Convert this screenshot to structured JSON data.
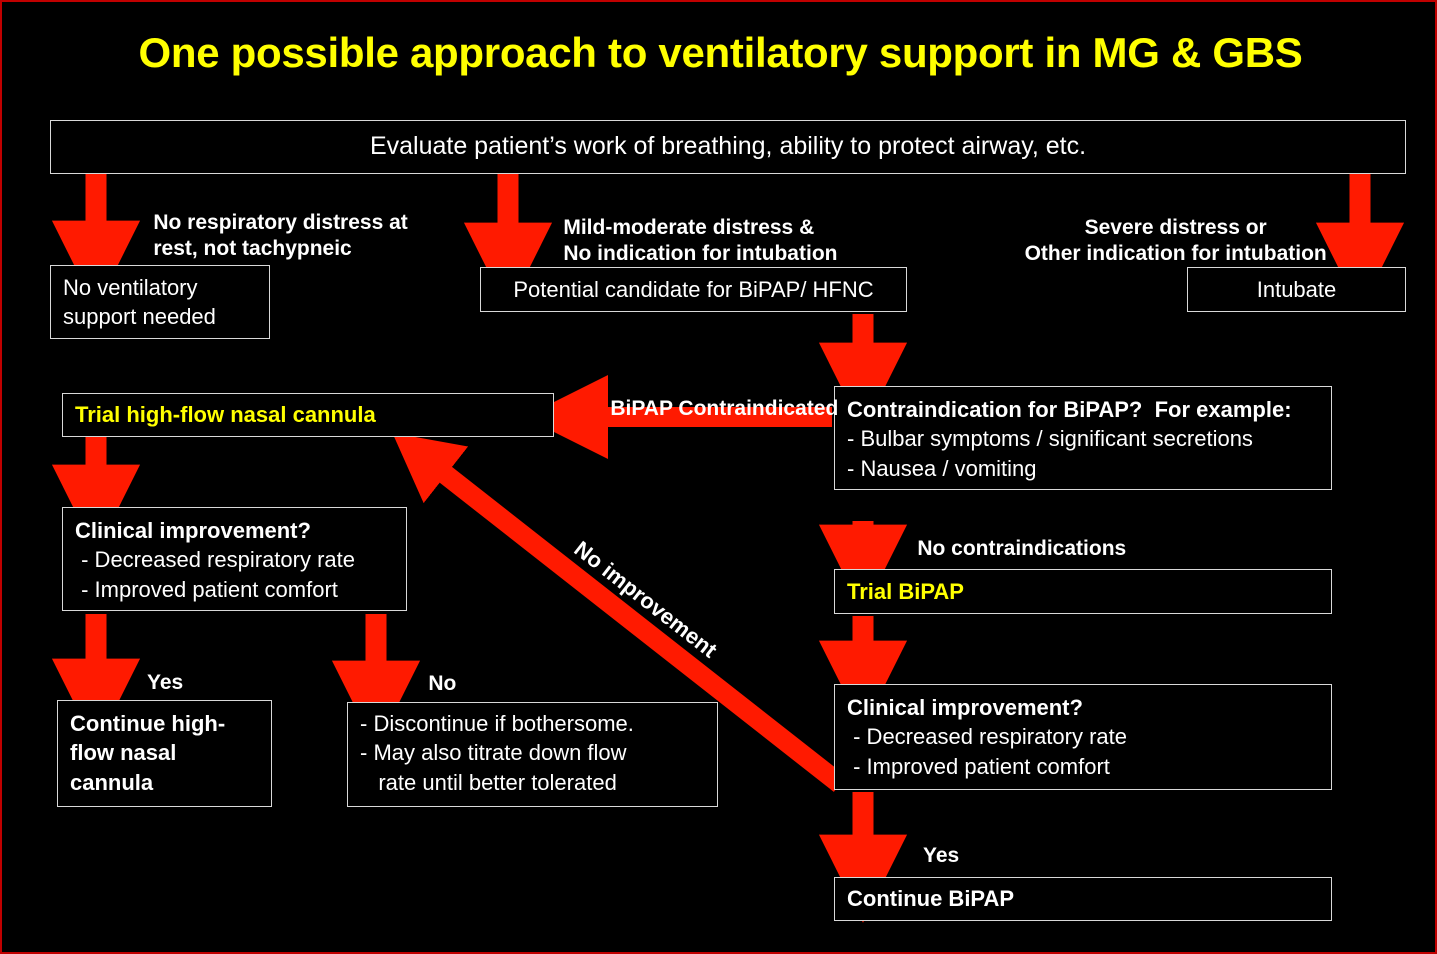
{
  "title": "One possible approach to ventilatory support in MG & GBS",
  "colors": {
    "background": "#000000",
    "title": "#ffff00",
    "box_border": "#d9d9d9",
    "box_text": "#ffffff",
    "arrow": "#ff1a00",
    "highlight_text": "#ffff00",
    "frame": "#c00000"
  },
  "boxes": {
    "evaluate": {
      "text": "Evaluate patient’s work of breathing, ability to protect airway, etc."
    },
    "no_support": {
      "line1": "No ventilatory",
      "line2": "support needed"
    },
    "potential_candidate": {
      "text": "Potential candidate for BiPAP/ HFNC"
    },
    "intubate": {
      "text": "Intubate"
    },
    "trial_hfnc": {
      "text": "Trial high-flow nasal cannula"
    },
    "contraindication": {
      "line1": "Contraindication for BiPAP?  For example:",
      "line2": "- Bulbar symptoms / significant secretions",
      "line3": "- Nausea / vomiting"
    },
    "clinical_improvement_left": {
      "line1": "Clinical improvement?",
      "line2": " - Decreased respiratory rate",
      "line3": " - Improved patient comfort"
    },
    "trial_bipap": {
      "text": "Trial BiPAP"
    },
    "clinical_improvement_right": {
      "line1": "Clinical improvement?",
      "line2": " - Decreased respiratory rate",
      "line3": " - Improved patient comfort"
    },
    "continue_hfnc": {
      "line1": "Continue high-",
      "line2": "flow nasal",
      "line3": "cannula"
    },
    "discontinue": {
      "line1": "- Discontinue if bothersome.",
      "line2": "- May also titrate down flow",
      "line3": "   rate until better tolerated"
    },
    "continue_bipap": {
      "text": "Continue BiPAP"
    }
  },
  "edge_labels": {
    "no_distress": {
      "line1": "No respiratory distress at",
      "line2": "rest, not tachypneic"
    },
    "mild_moderate": {
      "line1": "Mild-moderate distress &",
      "line2": "No indication for intubation"
    },
    "severe": {
      "line1": "Severe distress or",
      "line2": "Other indication for intubation"
    },
    "bipap_contraindicated": {
      "text": "BiPAP Contraindicated"
    },
    "no_contraindications": {
      "text": "No contraindications"
    },
    "yes_left": {
      "text": "Yes"
    },
    "no_left": {
      "text": "No"
    },
    "yes_right": {
      "text": "Yes"
    },
    "no_improvement": {
      "text": "No improvement"
    }
  }
}
